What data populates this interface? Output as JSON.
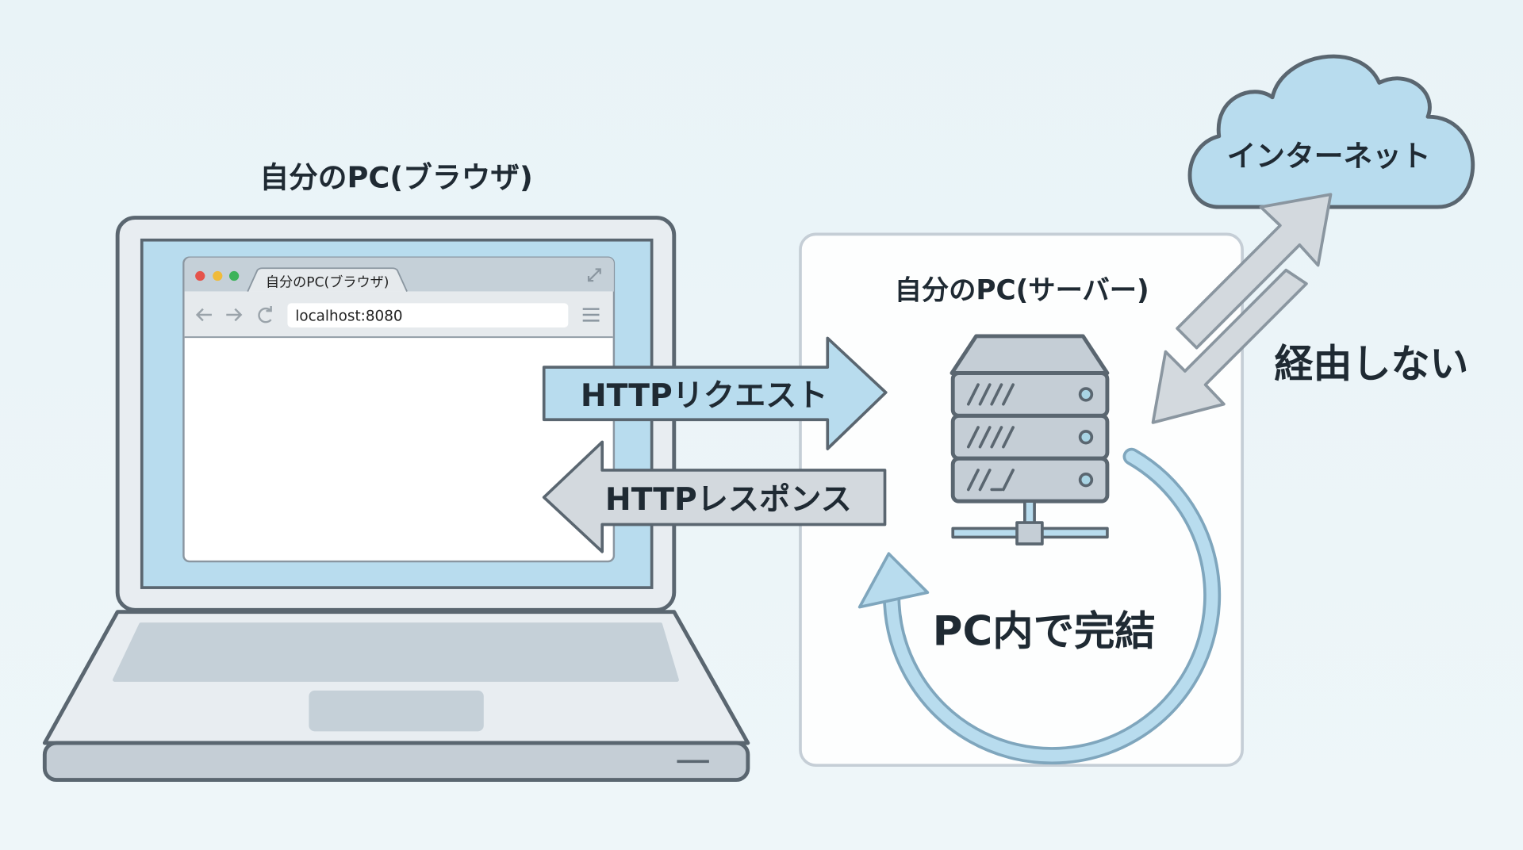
{
  "browser_pc": {
    "title": "自分のPC(ブラウザ)"
  },
  "browser_window": {
    "tab_label": "自分のPC(ブラウザ)",
    "url": "localhost:8080"
  },
  "server_pc": {
    "title": "自分のPC(サーバー)"
  },
  "request_arrow": {
    "label": "HTTPリクエスト"
  },
  "response_arrow": {
    "label": "HTTPレスポンス"
  },
  "cloud": {
    "label": "インターネット"
  },
  "internet_note": {
    "label": "経由しない"
  },
  "loop": {
    "label": "PC内で完結"
  },
  "colors": {
    "accent": "#b8dcee",
    "outline": "#5a6670",
    "gray": "#d3d9de"
  }
}
